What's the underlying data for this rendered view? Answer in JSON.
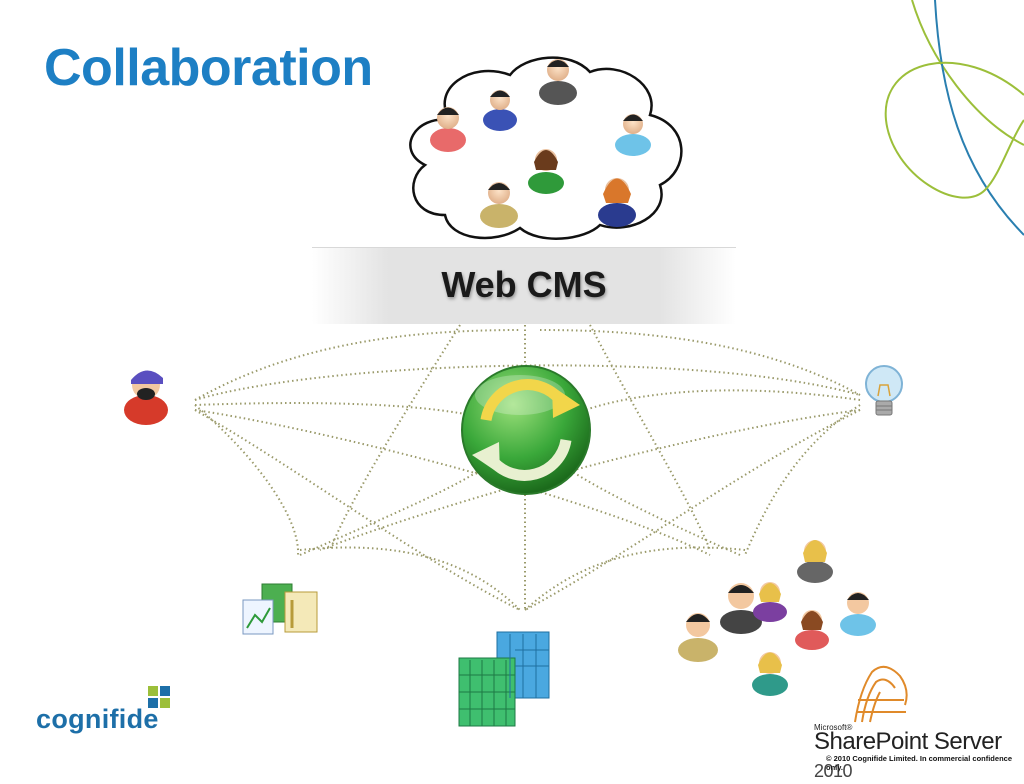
{
  "slide": {
    "title": "Collaboration",
    "center_label": "Web CMS"
  },
  "branding": {
    "cognifide": "cognifide",
    "microsoft": "Microsoft®",
    "product_name": "SharePoint Server",
    "product_year": "2010",
    "copyright": "© 2010 Cognifide Limited. In commercial confidence only."
  },
  "colors": {
    "title": "#1d7fc4",
    "sync_green": "#3aa83a",
    "sync_arrow": "#f2d64a",
    "dots": "#9a9a6a",
    "curve_green": "#9cbf3a",
    "curve_blue": "#2a7fb0"
  },
  "icons": [
    "people-cloud-icon",
    "sync-icon",
    "worker-icon",
    "lightbulb-icon",
    "documents-icon",
    "buildings-icon",
    "people-group-icon",
    "sharepoint-logo-icon",
    "cognifide-logo-icon"
  ]
}
